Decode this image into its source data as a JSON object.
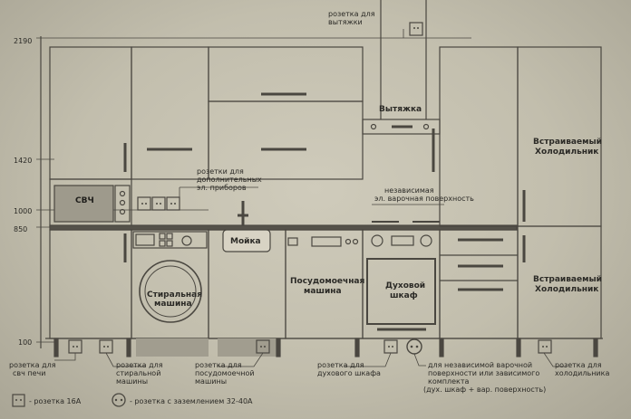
{
  "dims": {
    "h2190": "2190",
    "h1420": "1420",
    "h1000": "1000",
    "h850": "850",
    "h100": "100"
  },
  "appliances": {
    "hood": "Вытяжка",
    "microwave": "СВЧ",
    "sink": "Мойка",
    "washer": [
      "Стиральная",
      "машина"
    ],
    "dishwasher": [
      "Посудомоечная",
      "машина"
    ],
    "oven": [
      "Духовой",
      "шкаф"
    ],
    "fridge_upper": [
      "Встраиваемый",
      "Холодильник"
    ],
    "fridge_lower": [
      "Встраиваемый",
      "Холодильник"
    ]
  },
  "labels": {
    "hood_outlet": [
      "розетка для",
      "вытяжки"
    ],
    "extra_outlets": [
      "розетки для",
      "дополнительных",
      "эл. приборов"
    ],
    "cooktop": [
      "независимая",
      "эл. варочная поверхность"
    ],
    "bottom_microwave": [
      "розетка для",
      "свч печи"
    ],
    "bottom_washer": [
      "розетка для",
      "стиральной",
      "машины"
    ],
    "bottom_dishwasher": [
      "розетка для",
      "посудомоечной",
      "машины"
    ],
    "bottom_oven": [
      "розетка для",
      "духового шкафа"
    ],
    "bottom_cooktop": [
      "для независимой варочной",
      "поверхности или зависимого",
      "комплекта",
      "(дух. шкаф + вар. поверхность)"
    ],
    "bottom_fridge": [
      "розетка для",
      "холодильника"
    ]
  },
  "legend": {
    "outlet_16a": "- розетка 16А",
    "outlet_32_40a": "- розетка с заземлением 32-40А"
  },
  "icons": [
    "outlet-16a-icon",
    "outlet-32-40a-icon"
  ],
  "colors": {
    "background": "#c2bead",
    "line": "#4a4740",
    "text": "#2b2a26"
  }
}
